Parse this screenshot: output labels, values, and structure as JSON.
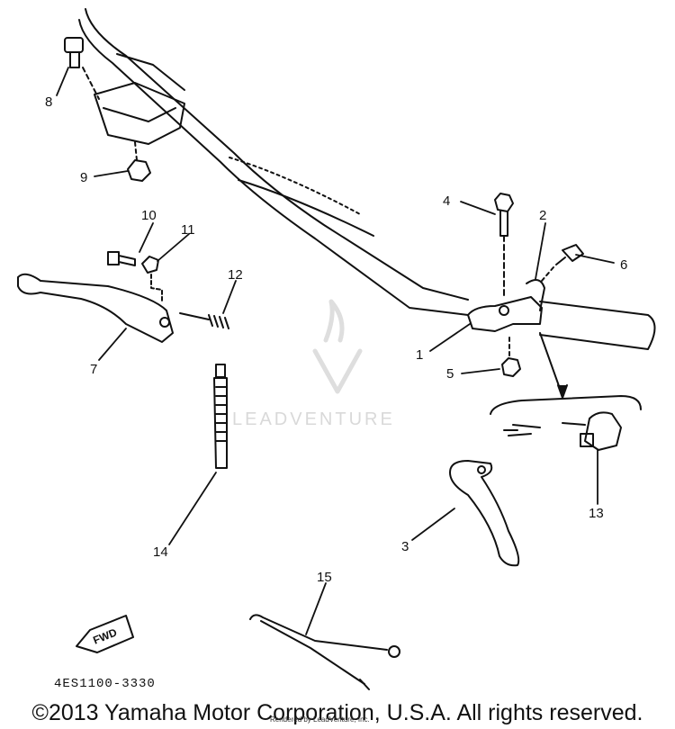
{
  "callouts": {
    "c1": "1",
    "c2": "2",
    "c3": "3",
    "c4": "4",
    "c5": "5",
    "c6": "6",
    "c7": "7",
    "c8": "8",
    "c9": "9",
    "c10": "10",
    "c11": "11",
    "c12": "12",
    "c13": "13",
    "c14": "14",
    "c15": "15"
  },
  "fwd_label": "FWD",
  "part_code": "4ES1100-3330",
  "copyright": "©2013 Yamaha Motor Corporation, U.S.A. All rights reserved.",
  "rendered_by": "Rendered by LeadVenture, Inc.",
  "watermark": "LEADVENTURE"
}
